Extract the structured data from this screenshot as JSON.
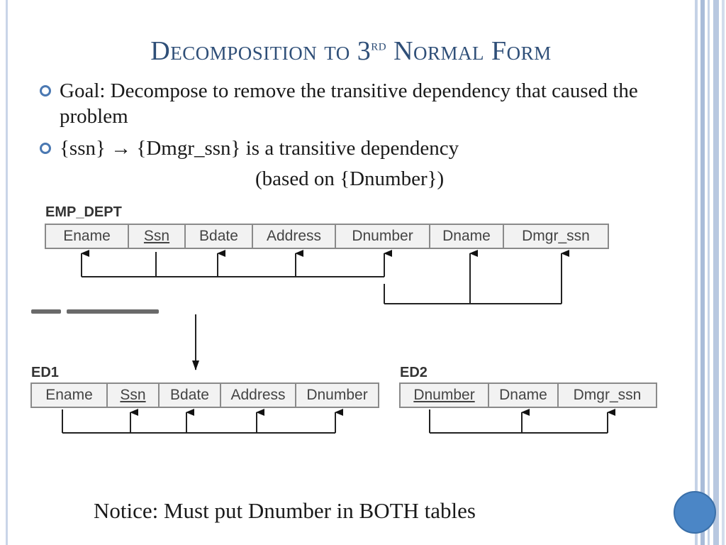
{
  "slide": {
    "title_main": "Decomposition to 3",
    "title_sup": "rd",
    "title_rest": " Normal Form",
    "bullets": [
      "Goal:  Decompose to remove the transitive dependency that caused the problem",
      "{ssn} → {Dmgr_ssn} is a transitive dependency"
    ],
    "based_on": "(based on {Dnumber})",
    "notice": "Notice:  Must put Dnumber in BOTH tables"
  },
  "diagram": {
    "emp_dept": {
      "label": "EMP_DEPT",
      "columns": [
        {
          "name": "Ename",
          "key": false
        },
        {
          "name": "Ssn",
          "key": true
        },
        {
          "name": "Bdate",
          "key": false
        },
        {
          "name": "Address",
          "key": false
        },
        {
          "name": "Dnumber",
          "key": false
        },
        {
          "name": "Dname",
          "key": false
        },
        {
          "name": "Dmgr_ssn",
          "key": false
        }
      ]
    },
    "ed1": {
      "label": "ED1",
      "columns": [
        {
          "name": "Ename",
          "key": false
        },
        {
          "name": "Ssn",
          "key": true
        },
        {
          "name": "Bdate",
          "key": false
        },
        {
          "name": "Address",
          "key": false
        },
        {
          "name": "Dnumber",
          "key": false
        }
      ]
    },
    "ed2": {
      "label": "ED2",
      "columns": [
        {
          "name": "Dnumber",
          "key": true
        },
        {
          "name": "Dname",
          "key": false
        },
        {
          "name": "Dmgr_ssn",
          "key": false
        }
      ]
    }
  },
  "colors": {
    "title": "#2f4f78",
    "bullet": "#4a78b2",
    "accent_circle": "#4b86c6"
  }
}
